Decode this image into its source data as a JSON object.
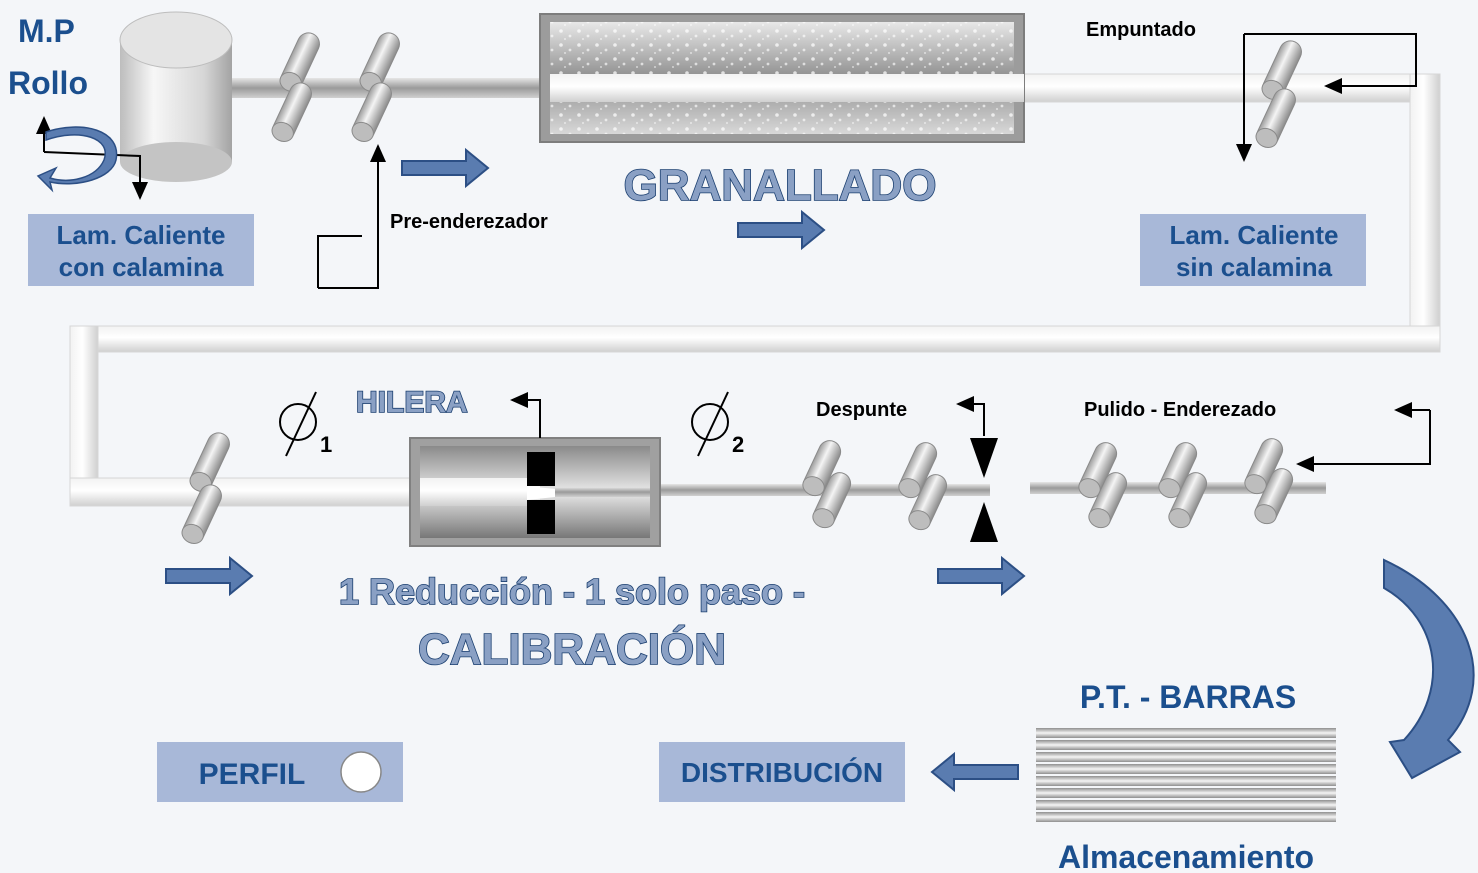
{
  "labels": {
    "mp": "M.P",
    "rollo": "Rollo",
    "lam_con_1": "Lam. Caliente",
    "lam_con_2": "con calamina",
    "pre_enderezador": "Pre-enderezador",
    "granallado": "GRANALLADO",
    "empuntado": "Empuntado",
    "lam_sin_1": "Lam. Caliente",
    "lam_sin_2": "sin calamina",
    "hilera": "HILERA",
    "phi1_sub": "1",
    "phi2_sub": "2",
    "despunte": "Despunte",
    "pulido": "Pulido - Enderezado",
    "reduccion": "1 Reducción - 1 solo paso -",
    "calibracion": "CALIBRACIÓN",
    "pt_barras": "P.T. - BARRAS",
    "almacenamiento": "Almacenamiento",
    "perfil": "PERFIL",
    "distribucion": "DISTRIBUCIÓN"
  },
  "colors": {
    "label_box": "#a8b8d8",
    "arrow_fill": "#5a7cb0",
    "arrow_stroke": "#2c4f85",
    "text_blue": "#1b4f8e",
    "background": "#f4f6f9"
  },
  "icons": [
    "coil-drum-icon",
    "roller-icon",
    "shot-blast-chamber-icon",
    "drawing-die-icon",
    "cutter-blades-icon",
    "bar-stack-icon",
    "process-arrow-icon",
    "curved-arrow-icon",
    "round-profile-icon"
  ]
}
